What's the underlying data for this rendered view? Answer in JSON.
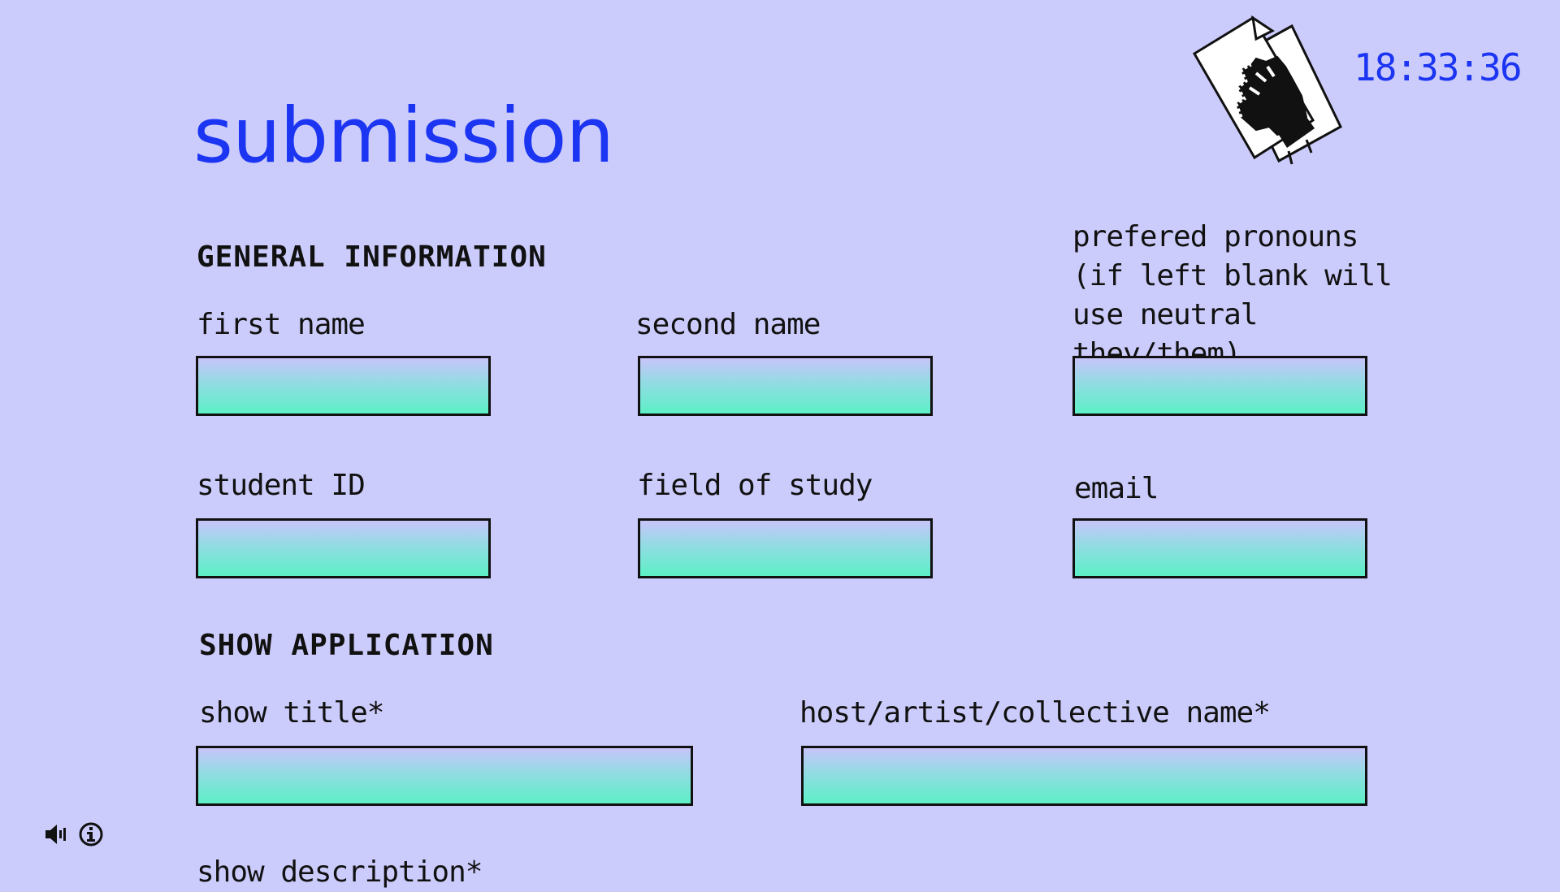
{
  "page": {
    "title": "submission",
    "clock": "18:33:36"
  },
  "general_information": {
    "heading": "GENERAL INFORMATION",
    "first_name": {
      "label": "first name",
      "value": ""
    },
    "second_name": {
      "label": "second name",
      "value": ""
    },
    "pronouns": {
      "label": "prefered pronouns (if left blank will use neutral they/them)",
      "value": ""
    },
    "student_id": {
      "label": "student ID",
      "value": ""
    },
    "field_of_study": {
      "label": "field of study",
      "value": ""
    },
    "email": {
      "label": "email",
      "value": ""
    }
  },
  "show_application": {
    "heading": "SHOW APPLICATION",
    "show_title": {
      "label": "show title*",
      "value": ""
    },
    "host_name": {
      "label": "host/artist/collective name*",
      "value": ""
    },
    "show_description": {
      "label": "show description*"
    }
  },
  "icons": {
    "logo": "hand-on-document-icon",
    "sound": "speaker-icon",
    "info": "info-icon"
  },
  "colors": {
    "background": "#ccccfc",
    "accent": "#1b35f2",
    "input_gradient_top": "#c8c4fa",
    "input_gradient_bottom": "#5cf0c6",
    "text": "#111111"
  }
}
